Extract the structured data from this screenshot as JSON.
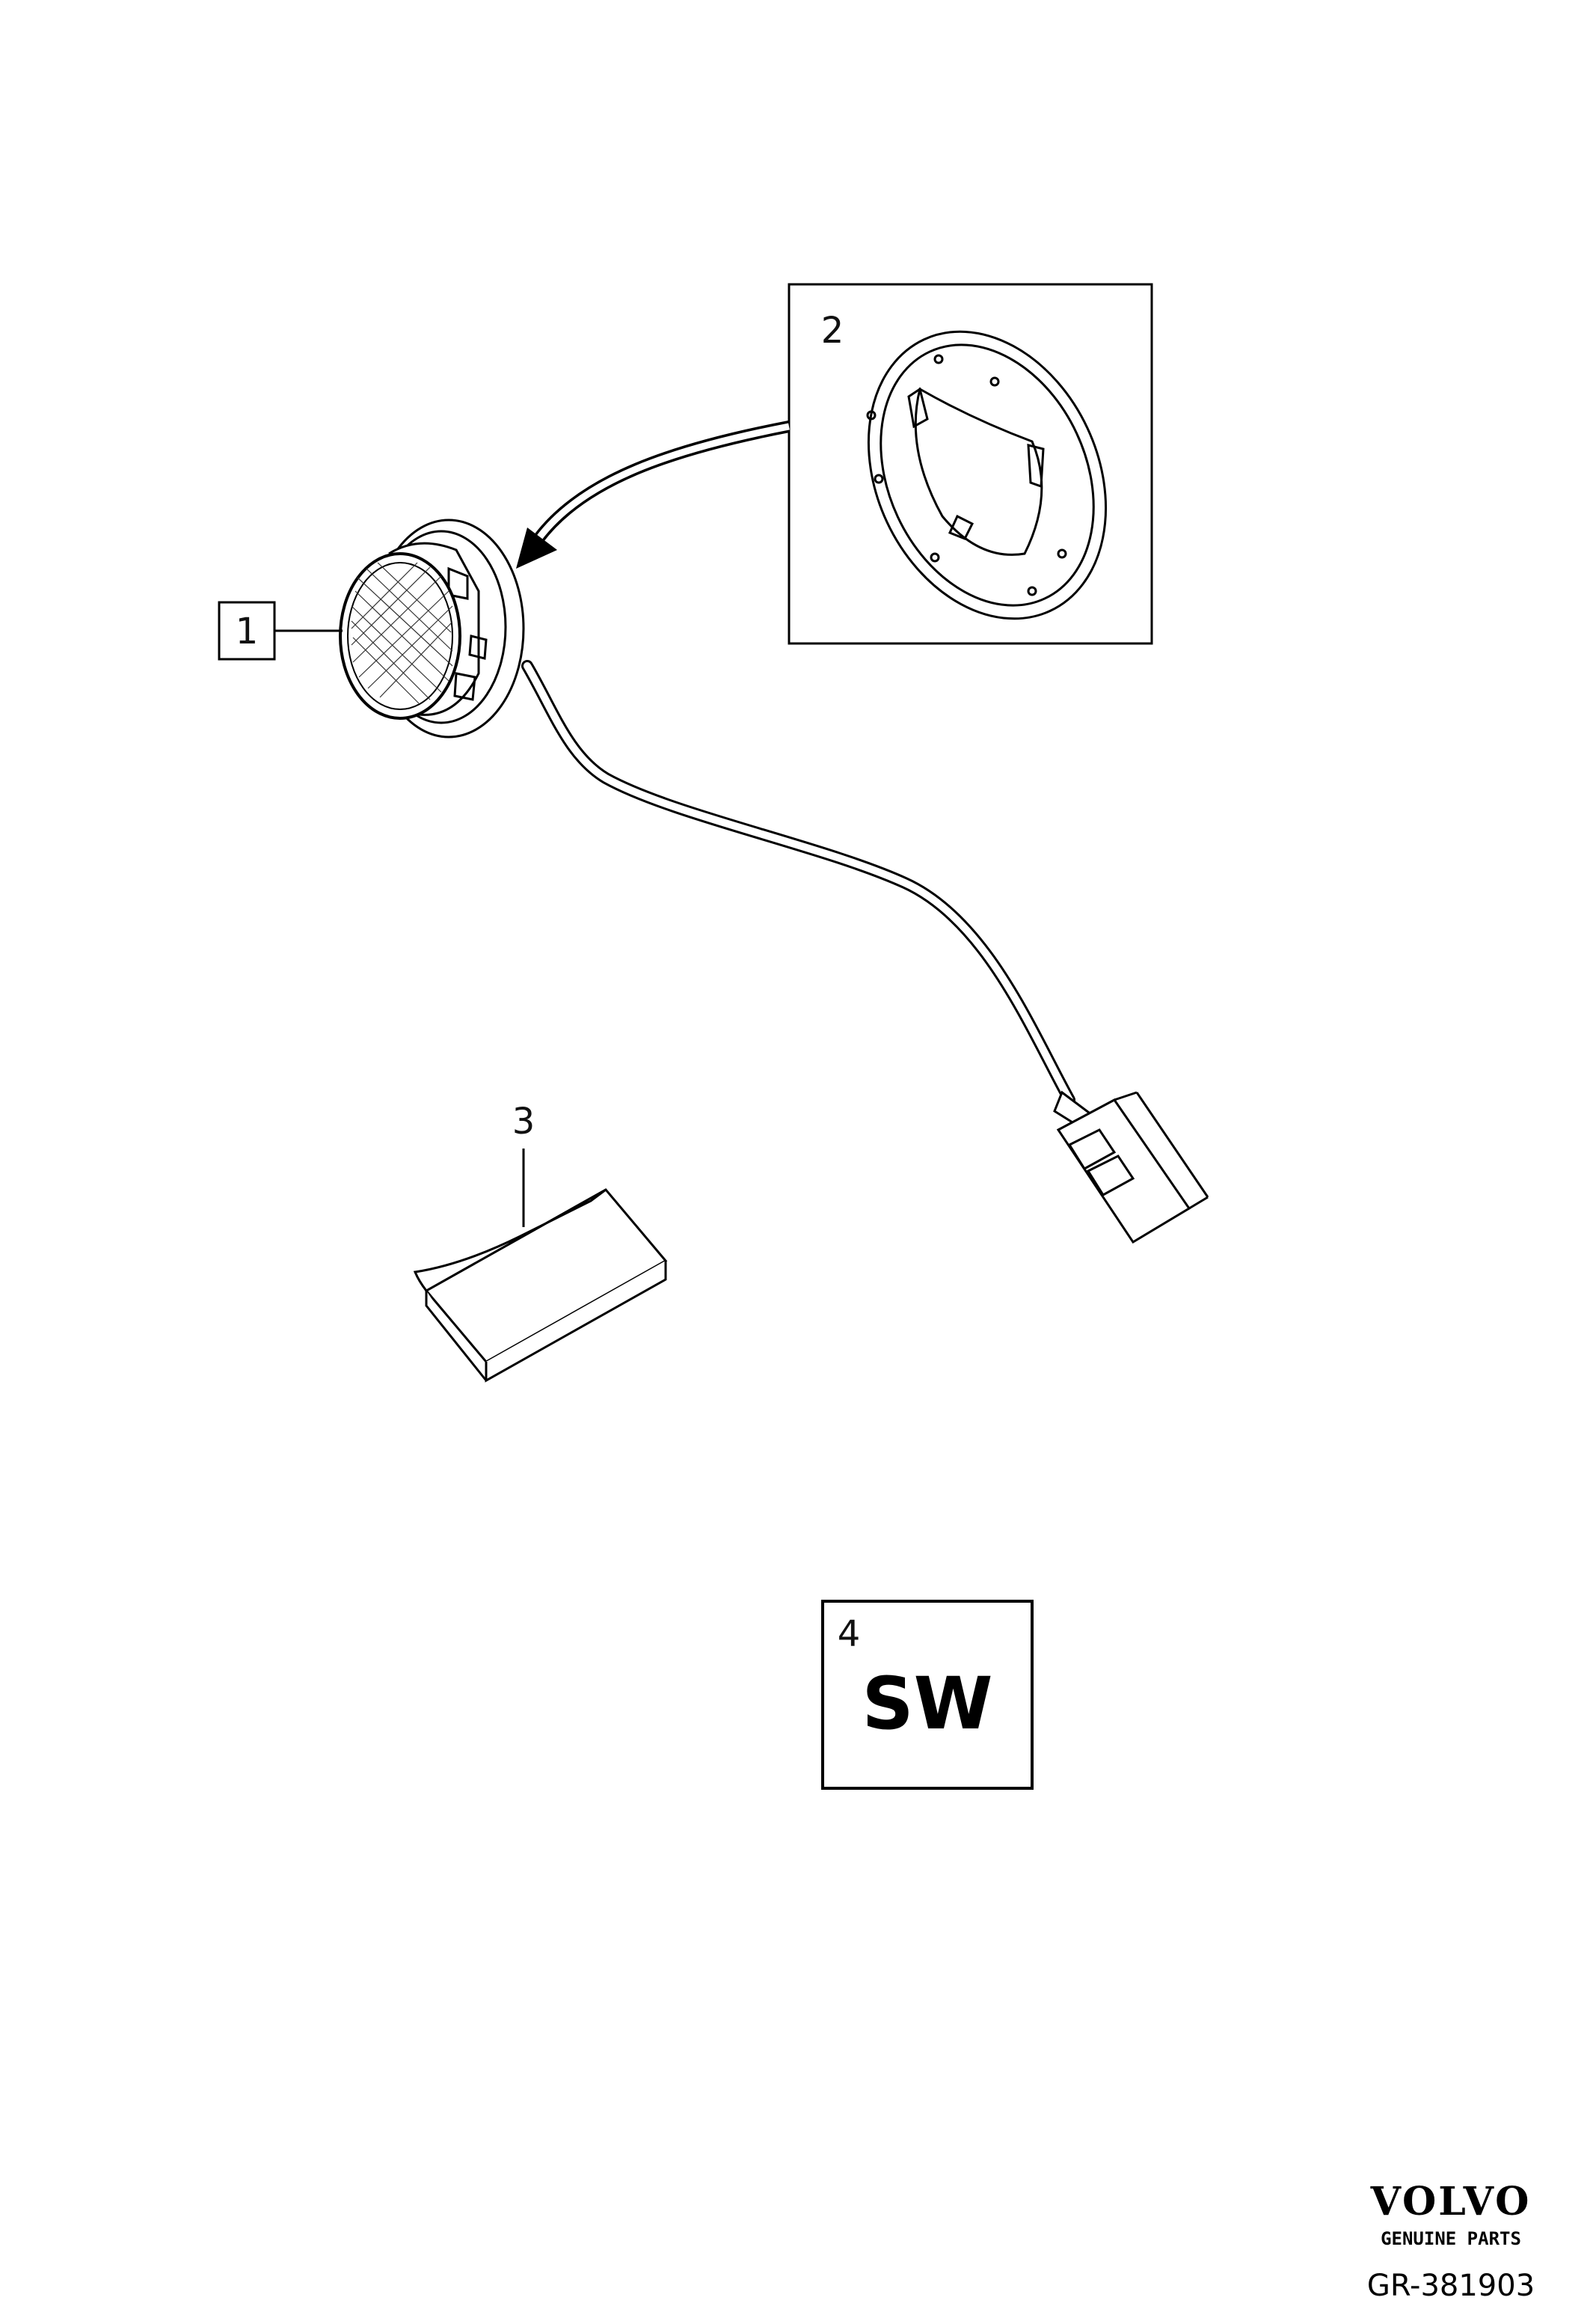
{
  "callouts": {
    "item1": "1",
    "item2": "2",
    "item3": "3",
    "item4": "4"
  },
  "software_label": "SW",
  "brand": {
    "name": "VOLVO",
    "tagline": "GENUINE PARTS"
  },
  "reference": "GR-381903"
}
